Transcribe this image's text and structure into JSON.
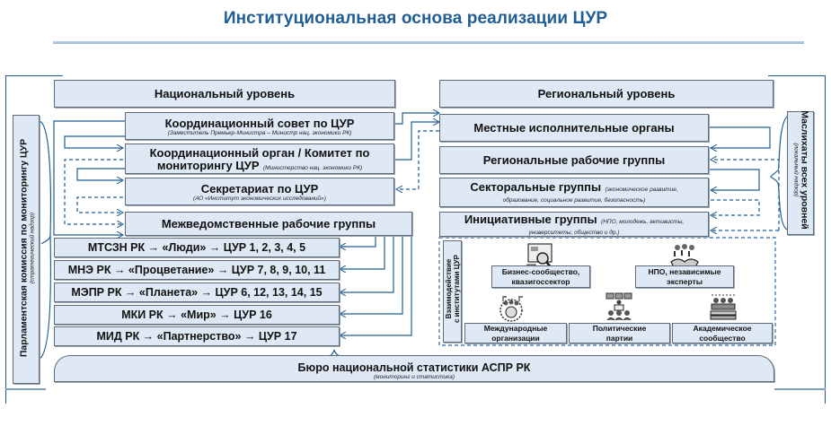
{
  "title": "Институциональная основа реализации ЦУР",
  "national": {
    "header": "Национальный уровень",
    "council": {
      "label": "Координационный совет по ЦУР",
      "note": "(Заместитель Премьер-Министра – Министр нац. экономики РК)"
    },
    "committee": {
      "label_line1": "Координационный орган / Комитет по",
      "label_line2": "мониторингу ЦУР",
      "note": "(Министерство нац. экономики РК)"
    },
    "secretariat": {
      "label": "Секретариат по ЦУР",
      "note": "(АО «Институт экономических исследований»)"
    },
    "interagency": {
      "label": "Межведомственные рабочие группы"
    },
    "ministries": [
      {
        "label": "МТСЗН  РК → «Люди» → ЦУР 1, 2, 3, 4, 5"
      },
      {
        "label": "МНЭ РК → «Процветание» → ЦУР 7, 8, 9, 10, 11"
      },
      {
        "label": "МЭПР РК → «Планета» → ЦУР 6, 12, 13, 14, 15"
      },
      {
        "label": "МКИ РК → «Мир» → ЦУР 16"
      },
      {
        "label": "МИД РК → «Партнерство» → ЦУР 17"
      }
    ]
  },
  "regional": {
    "header": "Региональный уровень",
    "executive": {
      "label": "Местные исполнительные органы"
    },
    "working_groups": {
      "label": "Региональные рабочие группы"
    },
    "sectoral": {
      "label": "Секторальные группы",
      "note_line1": "(экономическое развитие,",
      "note_line2": "образование, социальное развитие, безопасность)"
    },
    "initiative": {
      "label": "Инициативные группы",
      "note_line1": "(НПО, молодежь, активисты,",
      "note_line2": "университеты, общество и др.)"
    }
  },
  "interaction": {
    "label_line1": "Взаимодействие",
    "label_line2": "с институтами ЦУР",
    "institutes": [
      {
        "label_line1": "Бизнес-сообщество,",
        "label_line2": "квазигоссектор",
        "icon": "business-analytics-icon"
      },
      {
        "label_line1": "НПО, независимые",
        "label_line2": "эксперты",
        "icon": "handshake-icon"
      },
      {
        "label_line1": "Международные",
        "label_line2": "организации",
        "icon": "globe-people-icon"
      },
      {
        "label_line1": "Политические",
        "label_line2": "партии",
        "icon": "speaker-podium-icon"
      },
      {
        "label_line1": "Академическое",
        "label_line2": "сообщество",
        "icon": "books-people-icon"
      }
    ]
  },
  "parliament": {
    "label": "Парламентская комиссия по мониторингу ЦУР",
    "note": "(стратегический надзор)"
  },
  "maslikhats": {
    "label": "Маслихаты всех уровней",
    "note": "(локальный надзор)"
  },
  "bureau": {
    "label": "Бюро национальной статистики АСПР РК",
    "note": "(мониторинг и статистика)"
  }
}
